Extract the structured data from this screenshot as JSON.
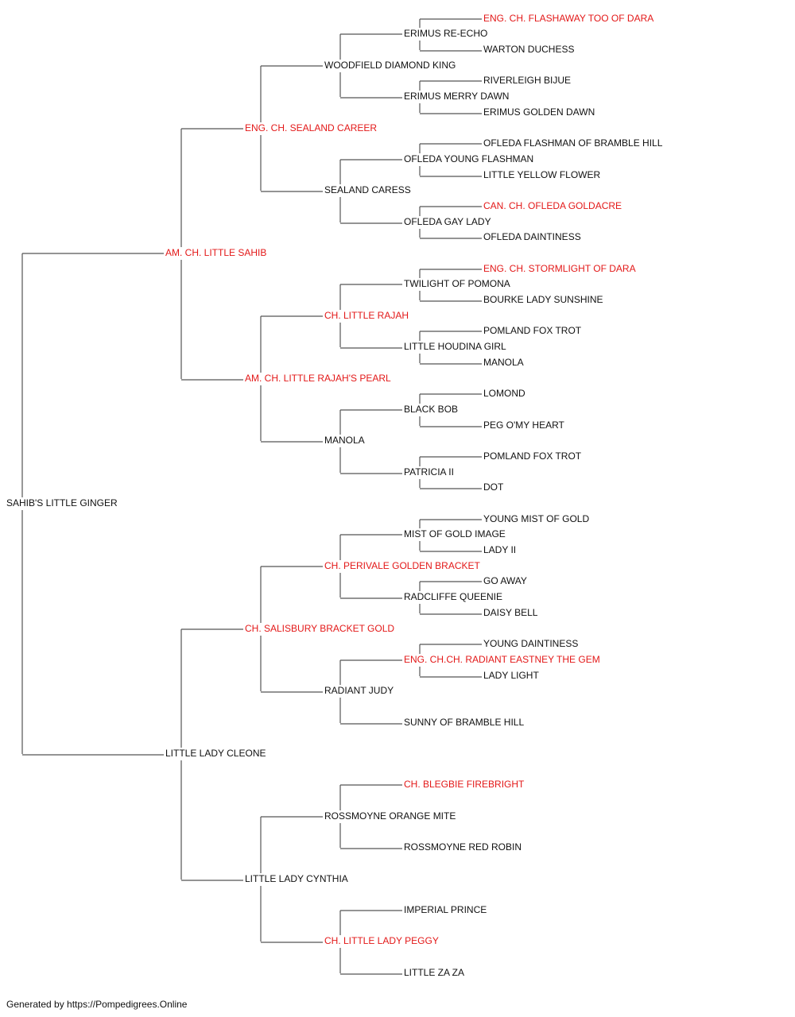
{
  "pedigree": {
    "root": {
      "name": "SAHIB'S LITTLE GINGER",
      "champion": false,
      "sire": {
        "name": "AM. CH. LITTLE SAHIB",
        "champion": true,
        "sire": {
          "name": "ENG. CH. SEALAND CAREER",
          "champion": true,
          "sire": {
            "name": "WOODFIELD DIAMOND KING",
            "champion": false,
            "sire": {
              "name": "ERIMUS RE-ECHO",
              "champion": false,
              "sire": {
                "name": "ENG. CH. FLASHAWAY TOO OF DARA",
                "champion": true
              },
              "dam": {
                "name": "WARTON DUCHESS",
                "champion": false
              }
            },
            "dam": {
              "name": "ERIMUS MERRY DAWN",
              "champion": false,
              "sire": {
                "name": "RIVERLEIGH BIJUE",
                "champion": false
              },
              "dam": {
                "name": "ERIMUS GOLDEN DAWN",
                "champion": false
              }
            }
          },
          "dam": {
            "name": "SEALAND CARESS",
            "champion": false,
            "sire": {
              "name": "OFLEDA YOUNG FLASHMAN",
              "champion": false,
              "sire": {
                "name": "OFLEDA FLASHMAN OF BRAMBLE HILL",
                "champion": false
              },
              "dam": {
                "name": "LITTLE YELLOW FLOWER",
                "champion": false
              }
            },
            "dam": {
              "name": "OFLEDA GAY LADY",
              "champion": false,
              "sire": {
                "name": "CAN. CH. OFLEDA GOLDACRE",
                "champion": true
              },
              "dam": {
                "name": "OFLEDA DAINTINESS",
                "champion": false
              }
            }
          }
        },
        "dam": {
          "name": "AM. CH. LITTLE RAJAH'S PEARL",
          "champion": true,
          "sire": {
            "name": "CH. LITTLE RAJAH",
            "champion": true,
            "sire": {
              "name": "TWILIGHT OF POMONA",
              "champion": false,
              "sire": {
                "name": "ENG. CH. STORMLIGHT OF DARA",
                "champion": true
              },
              "dam": {
                "name": "BOURKE LADY SUNSHINE",
                "champion": false
              }
            },
            "dam": {
              "name": "LITTLE HOUDINA GIRL",
              "champion": false,
              "sire": {
                "name": "POMLAND FOX TROT",
                "champion": false
              },
              "dam": {
                "name": "MANOLA",
                "champion": false
              }
            }
          },
          "dam": {
            "name": "MANOLA",
            "champion": false,
            "sire": {
              "name": "BLACK BOB",
              "champion": false,
              "sire": {
                "name": "LOMOND",
                "champion": false
              },
              "dam": {
                "name": "PEG O'MY HEART",
                "champion": false
              }
            },
            "dam": {
              "name": "PATRICIA II",
              "champion": false,
              "sire": {
                "name": "POMLAND FOX TROT",
                "champion": false
              },
              "dam": {
                "name": "DOT",
                "champion": false
              }
            }
          }
        }
      },
      "dam": {
        "name": "LITTLE LADY CLEONE",
        "champion": false,
        "sire": {
          "name": "CH. SALISBURY BRACKET GOLD",
          "champion": true,
          "sire": {
            "name": "CH. PERIVALE GOLDEN BRACKET",
            "champion": true,
            "sire": {
              "name": "MIST OF GOLD IMAGE",
              "champion": false,
              "sire": {
                "name": "YOUNG MIST OF GOLD",
                "champion": false
              },
              "dam": {
                "name": "LADY II",
                "champion": false
              }
            },
            "dam": {
              "name": "RADCLIFFE QUEENIE",
              "champion": false,
              "sire": {
                "name": "GO AWAY",
                "champion": false
              },
              "dam": {
                "name": "DAISY BELL",
                "champion": false
              }
            }
          },
          "dam": {
            "name": "RADIANT JUDY",
            "champion": false,
            "sire": {
              "name": "ENG. CH.CH. RADIANT EASTNEY THE GEM",
              "champion": true,
              "sire": {
                "name": "YOUNG DAINTINESS",
                "champion": false
              },
              "dam": {
                "name": "LADY LIGHT",
                "champion": false
              }
            },
            "dam": {
              "name": "SUNNY OF BRAMBLE HILL",
              "champion": false
            }
          }
        },
        "dam": {
          "name": "LITTLE LADY CYNTHIA",
          "champion": false,
          "sire": {
            "name": "ROSSMOYNE ORANGE MITE",
            "champion": false,
            "sire": {
              "name": "CH. BLEGBIE FIREBRIGHT",
              "champion": true
            },
            "dam": {
              "name": "ROSSMOYNE RED ROBIN",
              "champion": false
            }
          },
          "dam": {
            "name": "CH. LITTLE LADY PEGGY",
            "champion": true,
            "sire": {
              "name": "IMPERIAL PRINCE",
              "champion": false
            },
            "dam": {
              "name": "LITTLE ZA ZA",
              "champion": false
            }
          }
        }
      }
    }
  },
  "colors": {
    "champion": "#e31818",
    "regular": "#111111",
    "connector": "#555555"
  },
  "footer": {
    "text": "Generated by https://Pompedigrees.Online"
  }
}
